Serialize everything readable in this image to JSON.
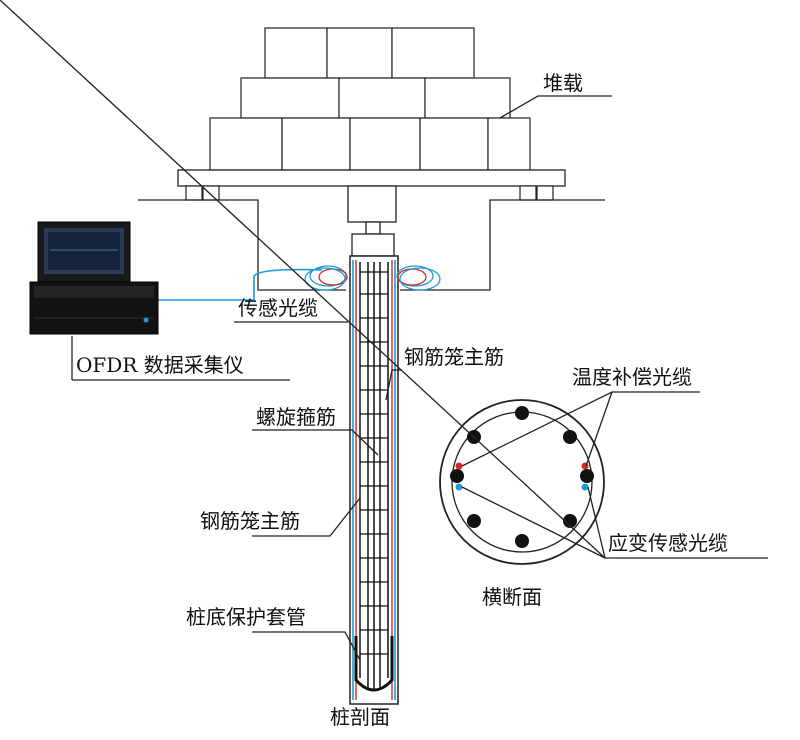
{
  "labels": {
    "surcharge": "堆载",
    "sensing_cable": "传感光缆",
    "ofdr": "OFDR 数据采集仪",
    "spiral_stirrup": "螺旋箍筋",
    "main_rebar_left": "钢筋笼主筋",
    "main_rebar_right": "钢筋笼主筋",
    "pile_toe_sleeve": "桩底保护套管",
    "pile_section": "桩剖面",
    "temp_cable": "温度补偿光缆",
    "strain_cable": "应变传感光缆",
    "cross_section": "横断面"
  },
  "colors": {
    "cable_blue": "#1e9bd7",
    "cable_red": "#d62828",
    "rebar": "#111111",
    "ground": "#222222"
  }
}
